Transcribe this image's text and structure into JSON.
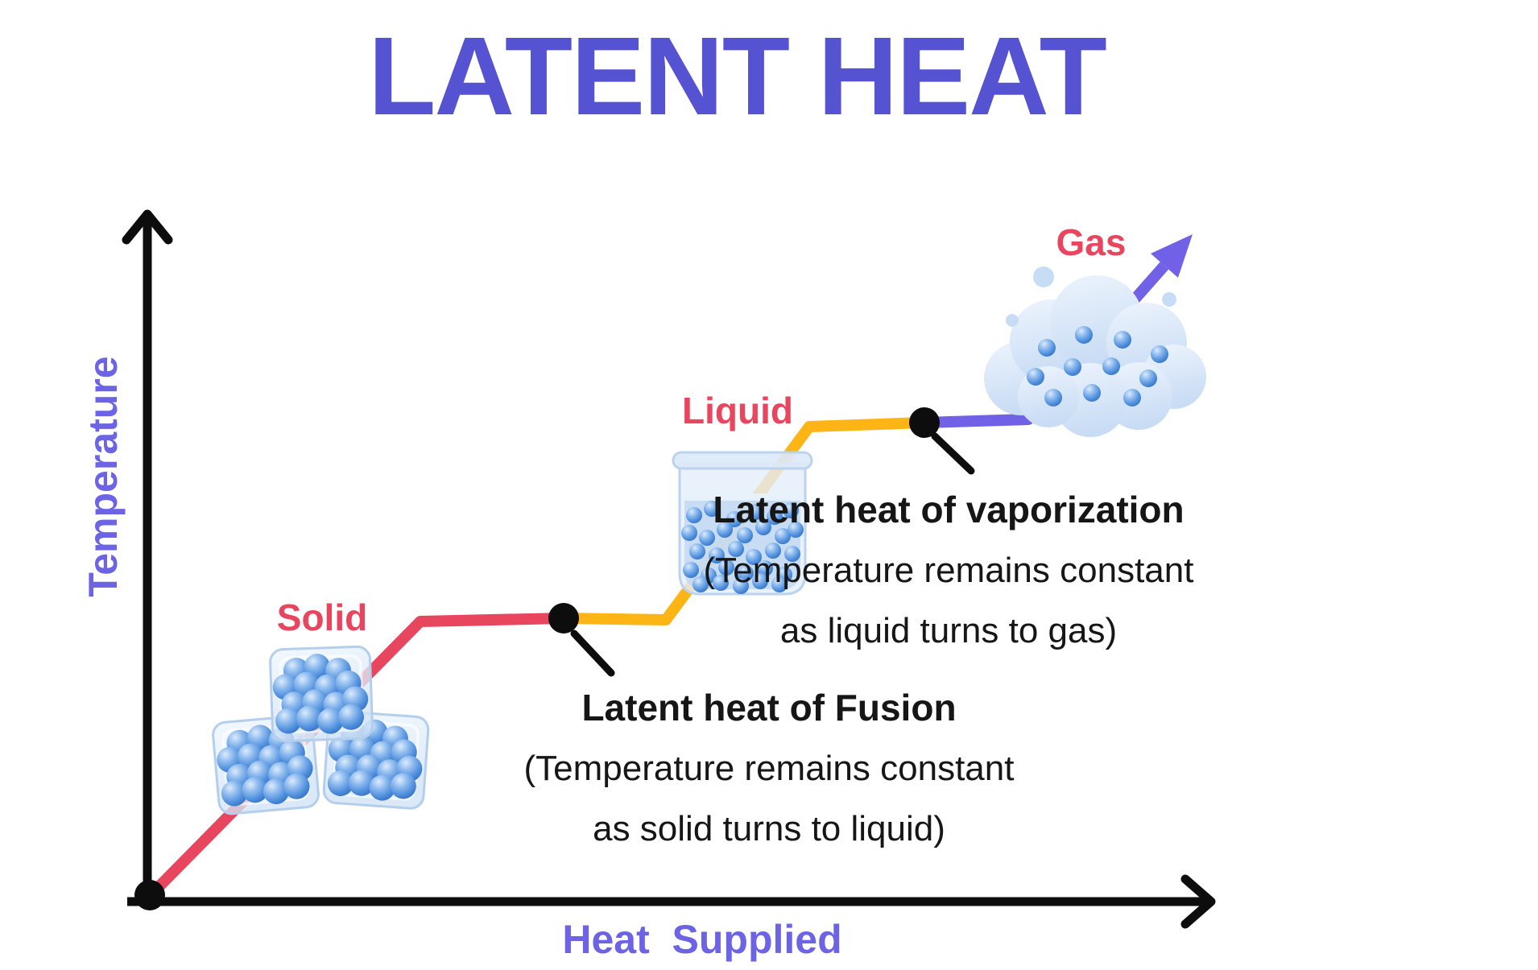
{
  "title": "LATENT HEAT",
  "axes": {
    "y_label": "Temperature",
    "x_label": "Heat  Supplied"
  },
  "phase_labels": {
    "solid": "Solid",
    "liquid": "Liquid",
    "gas": "Gas"
  },
  "annotations": {
    "fusion": {
      "title": "Latent heat of Fusion",
      "line1": "(Temperature remains constant",
      "line2": "as solid turns to liquid)"
    },
    "vaporization": {
      "title": "Latent heat of vaporization",
      "line1": "(Temperature remains constant",
      "line2": "as liquid turns to gas)"
    }
  },
  "colors": {
    "title": "#5553d1",
    "axis_labels": "#6c64e4",
    "phase_labels": "#e8465e",
    "solid_segment": "#e8465e",
    "latent_segments": "#fcb515",
    "gas_segment": "#7061e6",
    "annotation_text": "#161616",
    "axes": "#0d0d0d",
    "particle_blue": "#4f8fdc",
    "ice_blue": "#d8e7f8"
  },
  "chart_data": {
    "type": "line",
    "qualitative": true,
    "title": "LATENT HEAT",
    "xlabel": "Heat  Supplied",
    "ylabel": "Temperature",
    "axis_ticks": "none (qualitative sketch, no numeric ticks shown)",
    "grid": false,
    "legend_position": "none",
    "points_pct": [
      [
        0,
        0
      ],
      [
        27,
        41
      ],
      [
        41,
        42
      ],
      [
        51,
        42
      ],
      [
        65,
        71
      ],
      [
        76,
        71
      ],
      [
        87,
        72
      ],
      [
        100,
        100
      ]
    ],
    "segments": [
      {
        "phase": "Solid",
        "color": "#e8465e",
        "from_pct": [
          0,
          0
        ],
        "to_pct": [
          41,
          42
        ],
        "description": "solid warms as heat is supplied"
      },
      {
        "phase": "Solid to Liquid",
        "color": "#fcb515",
        "from_pct": [
          41,
          42
        ],
        "to_pct": [
          65,
          71
        ],
        "description": "Latent heat of Fusion - temperature remains constant, then liquid warms"
      },
      {
        "phase": "Liquid to Gas",
        "color": "#fcb515",
        "from_pct": [
          65,
          71
        ],
        "to_pct": [
          87,
          72
        ],
        "description": "Latent heat of vaporization - temperature remains constant"
      },
      {
        "phase": "Gas",
        "color": "#7061e6",
        "from_pct": [
          87,
          72
        ],
        "to_pct": [
          100,
          100
        ],
        "description": "gas warms, line ends in upward arrow"
      }
    ],
    "markers": [
      {
        "pct": [
          0,
          0
        ],
        "label": "origin dot"
      },
      {
        "pct": [
          41,
          42
        ],
        "label": "fusion transition dot"
      },
      {
        "pct": [
          76,
          71
        ],
        "label": "vaporization transition dot"
      }
    ]
  }
}
